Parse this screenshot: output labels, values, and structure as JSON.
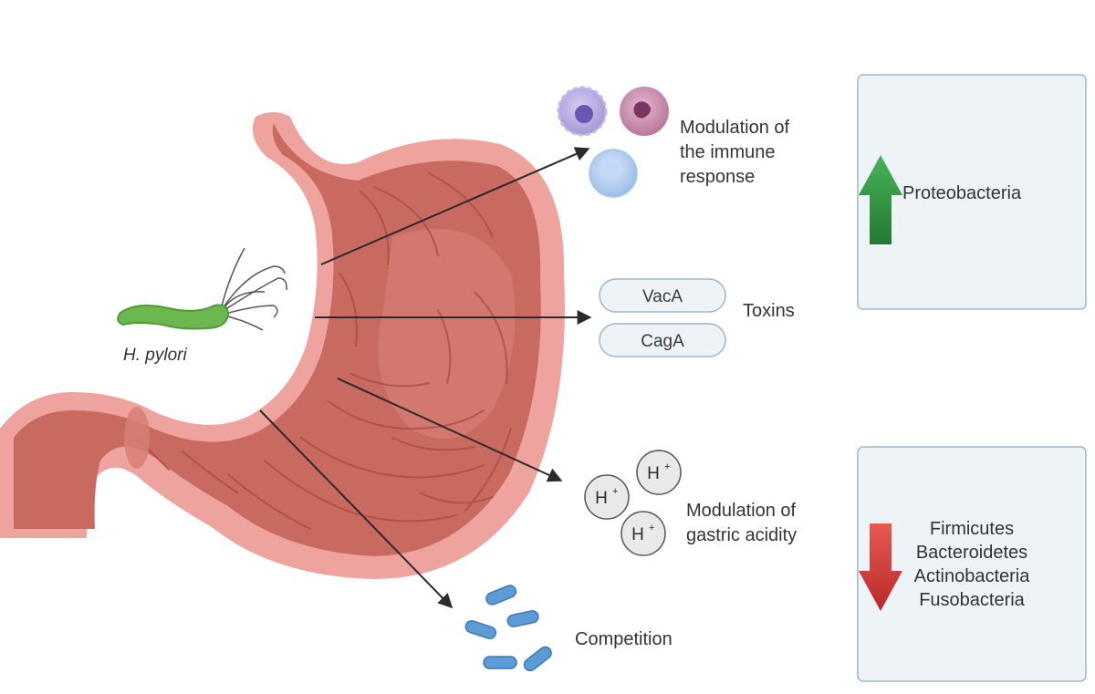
{
  "bacterium": {
    "name": "H. pylori"
  },
  "effects": {
    "immune": [
      "Modulation of",
      "the immune",
      "response"
    ],
    "toxins": {
      "label": "Toxins",
      "items": [
        "VacA",
        "CagA"
      ]
    },
    "acidity": {
      "lines": [
        "Modulation of",
        "gastric acidity"
      ],
      "ion": "H",
      "charge": "+"
    },
    "competition": "Competition"
  },
  "microbiota": {
    "increased": {
      "direction": "up",
      "color": "#2f9e3f",
      "taxa": [
        "Proteobacteria"
      ]
    },
    "decreased": {
      "direction": "down",
      "color": "#d13a3a",
      "taxa": [
        "Firmicutes",
        "Bacteroidetes",
        "Actinobacteria",
        "Fusobacteria"
      ]
    }
  },
  "colors": {
    "stomach_outer": "#eea39f",
    "stomach_inner": "#c96a60",
    "panel_fill": "#eef3f8",
    "panel_stroke": "#9fb6cc"
  }
}
